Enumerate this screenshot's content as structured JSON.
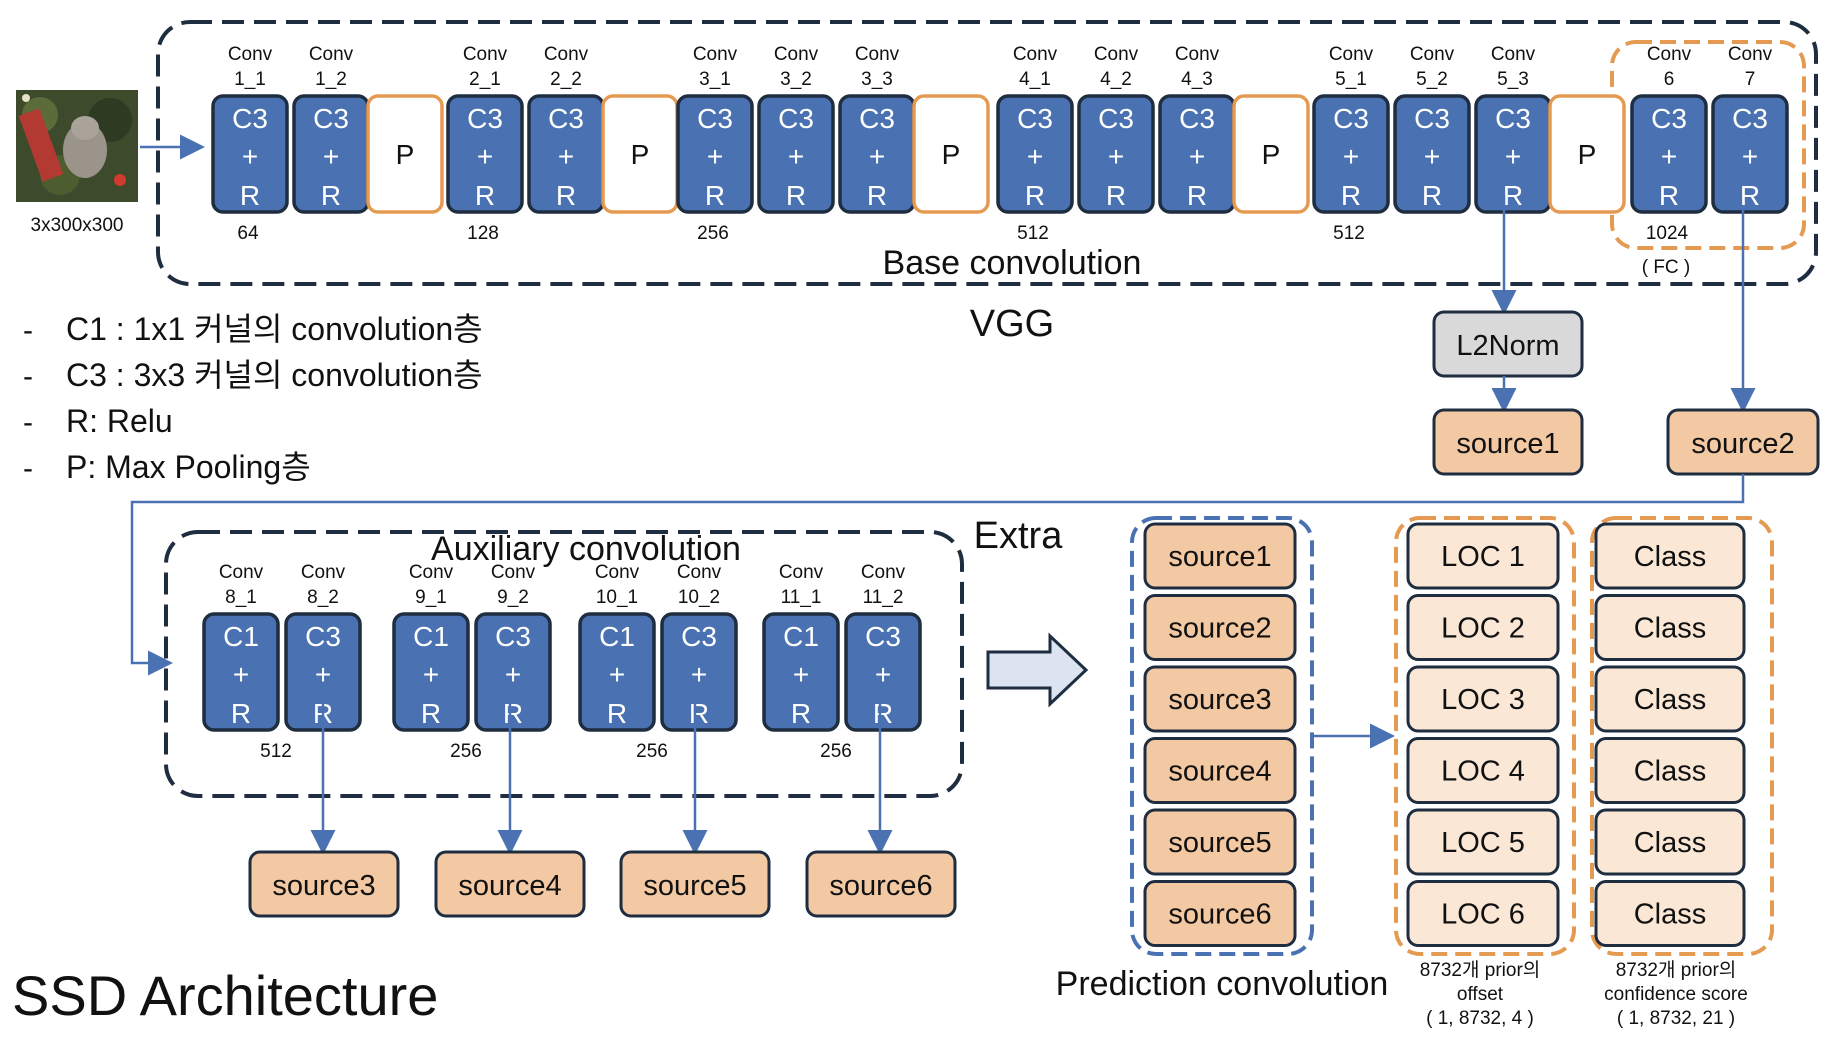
{
  "input_label": "3x300x300",
  "base_title": "Base convolution",
  "vgg_title": "VGG",
  "fc_label": "( FC )",
  "base_blocks": [
    {
      "name": "Conv",
      "idx": "1_1",
      "type": "C3",
      "ch": "64"
    },
    {
      "name": "Conv",
      "idx": "1_2",
      "type": "C3",
      "ch": ""
    },
    {
      "name": "",
      "idx": "",
      "type": "P",
      "ch": ""
    },
    {
      "name": "Conv",
      "idx": "2_1",
      "type": "C3",
      "ch": "128"
    },
    {
      "name": "Conv",
      "idx": "2_2",
      "type": "C3",
      "ch": ""
    },
    {
      "name": "",
      "idx": "",
      "type": "P",
      "ch": ""
    },
    {
      "name": "Conv",
      "idx": "3_1",
      "type": "C3",
      "ch": "256"
    },
    {
      "name": "Conv",
      "idx": "3_2",
      "type": "C3",
      "ch": ""
    },
    {
      "name": "Conv",
      "idx": "3_3",
      "type": "C3",
      "ch": ""
    },
    {
      "name": "",
      "idx": "",
      "type": "P",
      "ch": ""
    },
    {
      "name": "Conv",
      "idx": "4_1",
      "type": "C3",
      "ch": "512"
    },
    {
      "name": "Conv",
      "idx": "4_2",
      "type": "C3",
      "ch": ""
    },
    {
      "name": "Conv",
      "idx": "4_3",
      "type": "C3",
      "ch": ""
    },
    {
      "name": "",
      "idx": "",
      "type": "P",
      "ch": ""
    },
    {
      "name": "Conv",
      "idx": "5_1",
      "type": "C3",
      "ch": "512"
    },
    {
      "name": "Conv",
      "idx": "5_2",
      "type": "C3",
      "ch": ""
    },
    {
      "name": "Conv",
      "idx": "5_3",
      "type": "C3",
      "ch": ""
    },
    {
      "name": "",
      "idx": "",
      "type": "P",
      "ch": ""
    },
    {
      "name": "Conv",
      "idx": "6",
      "type": "C3",
      "ch": "1024"
    },
    {
      "name": "Conv",
      "idx": "7",
      "type": "C3",
      "ch": ""
    }
  ],
  "plus": "+",
  "relu_letter": "R",
  "legend": [
    {
      "dash": "-",
      "text": "C1 : 1x1 커널의 convolution층"
    },
    {
      "dash": "-",
      "text": "C3 : 3x3 커널의 convolution층"
    },
    {
      "dash": "-",
      "text": "R: Relu"
    },
    {
      "dash": "-",
      "text": "P: Max Pooling층"
    }
  ],
  "l2norm": "L2Norm",
  "source1": "source1",
  "source2": "source2",
  "extra_title": "Extra",
  "aux_title": "Auxiliary convolution",
  "aux_blocks": [
    {
      "name": "Conv",
      "idx": "8_1",
      "type": "C1",
      "ch": ""
    },
    {
      "name": "Conv",
      "idx": "8_2",
      "type": "C3",
      "ch": "512"
    },
    {
      "name": "Conv",
      "idx": "9_1",
      "type": "C1",
      "ch": ""
    },
    {
      "name": "Conv",
      "idx": "9_2",
      "type": "C3",
      "ch": "256"
    },
    {
      "name": "Conv",
      "idx": "10_1",
      "type": "C1",
      "ch": ""
    },
    {
      "name": "Conv",
      "idx": "10_2",
      "type": "C3",
      "ch": "256"
    },
    {
      "name": "Conv",
      "idx": "11_1",
      "type": "C1",
      "ch": ""
    },
    {
      "name": "Conv",
      "idx": "11_2",
      "type": "C3",
      "ch": "256"
    }
  ],
  "aux_sources": [
    "source3",
    "source4",
    "source5",
    "source6"
  ],
  "pred_sources": [
    "source1",
    "source2",
    "source3",
    "source4",
    "source5",
    "source6"
  ],
  "loc_items": [
    "LOC 1",
    "LOC 2",
    "LOC 3",
    "LOC 4",
    "LOC 5",
    "LOC 6"
  ],
  "class_items": [
    "Class",
    "Class",
    "Class",
    "Class",
    "Class",
    "Class"
  ],
  "pred_title": "Prediction convolution",
  "loc_caption": [
    "8732개 prior의",
    "offset",
    "( 1, 8732, 4 )"
  ],
  "class_caption": [
    "8732개 prior의",
    "confidence score",
    "( 1, 8732, 21 )"
  ],
  "main_title": "SSD Architecture",
  "colors": {
    "blue_fill": "#4a72b2",
    "blue_stroke": "#1f2d40",
    "orange_fill": "#f3c9a3",
    "orange_border": "#e59a52",
    "light_orange": "#fbe7d5",
    "l2norm_fill": "#d9d9d9"
  }
}
